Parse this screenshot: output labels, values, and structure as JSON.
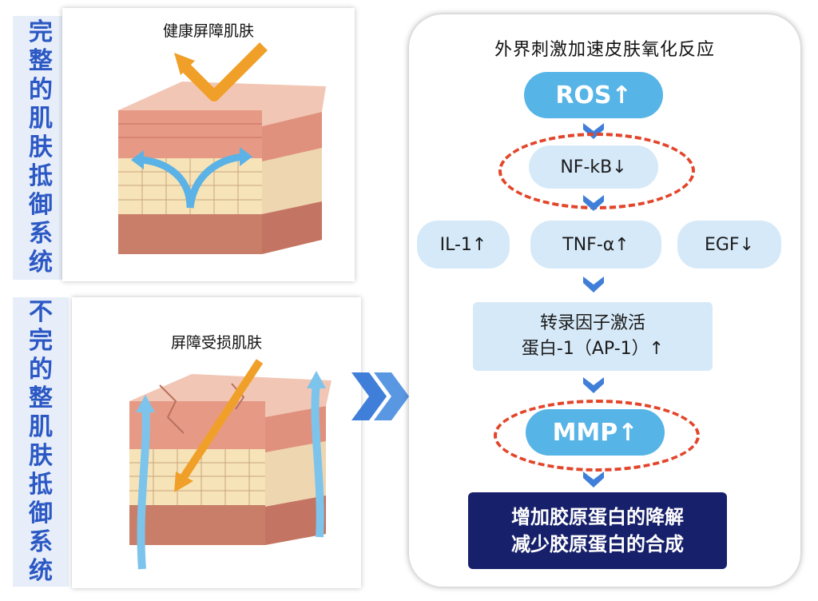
{
  "left_top": {
    "vertical_label": [
      "完",
      "整",
      "的",
      "肌",
      "肤",
      "抵",
      "御",
      "系",
      "统"
    ],
    "caption": "健康屏障肌肤"
  },
  "left_bottom": {
    "vertical_label": [
      "不",
      "完",
      "的",
      "整",
      "肌",
      "肤",
      "抵",
      "御",
      "系",
      "统"
    ],
    "caption": "屏障受损肌肤"
  },
  "flow": {
    "title": "外界刺激加速皮肤氧化反应",
    "ros": "ROS↑",
    "nfkb": "NF-kB↓",
    "il1": "IL-1↑",
    "tnf": "TNF-α↑",
    "egf": "EGF↓",
    "ap1_line1": "转录因子激活",
    "ap1_line2": "蛋白-1（AP-1）↑",
    "mmp": "MMP↑",
    "result_line1": "增加胶原蛋白的降解",
    "result_line2": "减少胶原蛋白的合成"
  },
  "colors": {
    "label_bg": "#e7eef9",
    "label_text": "#2b58c4",
    "pill_light": "#d6e9f8",
    "pill_strong": "#56b4e6",
    "result_bg": "#17206a",
    "dash": "#e3452a",
    "chevron": "#3f7fd9"
  }
}
